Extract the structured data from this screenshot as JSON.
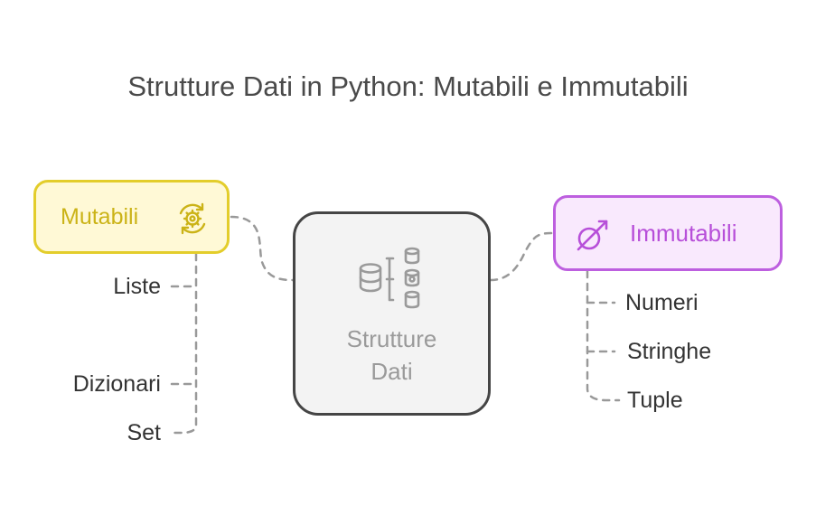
{
  "title": "Strutture Dati in Python: Mutabili e Immutabili",
  "center": {
    "label_line1": "Strutture",
    "label_line2": "Dati",
    "icon": "database-tree-icon"
  },
  "mutable": {
    "label": "Mutabili",
    "icon": "gear-cycle-icon",
    "items": [
      "Liste",
      "Dizionari",
      "Set"
    ]
  },
  "immutable": {
    "label": "Immutabili",
    "icon": "male-symbol-slashed-icon",
    "items": [
      "Numeri",
      "Stringhe",
      "Tuple"
    ]
  },
  "colors": {
    "mutable_fill": "#fff9d6",
    "mutable_border": "#e3cd2b",
    "mutable_text": "#cbb317",
    "immutable_fill": "#f9e9fd",
    "immutable_border": "#bd5fdf",
    "immutable_text": "#b74fd9",
    "center_fill": "#f3f3f3",
    "center_border": "#454545",
    "connector": "#999999"
  }
}
